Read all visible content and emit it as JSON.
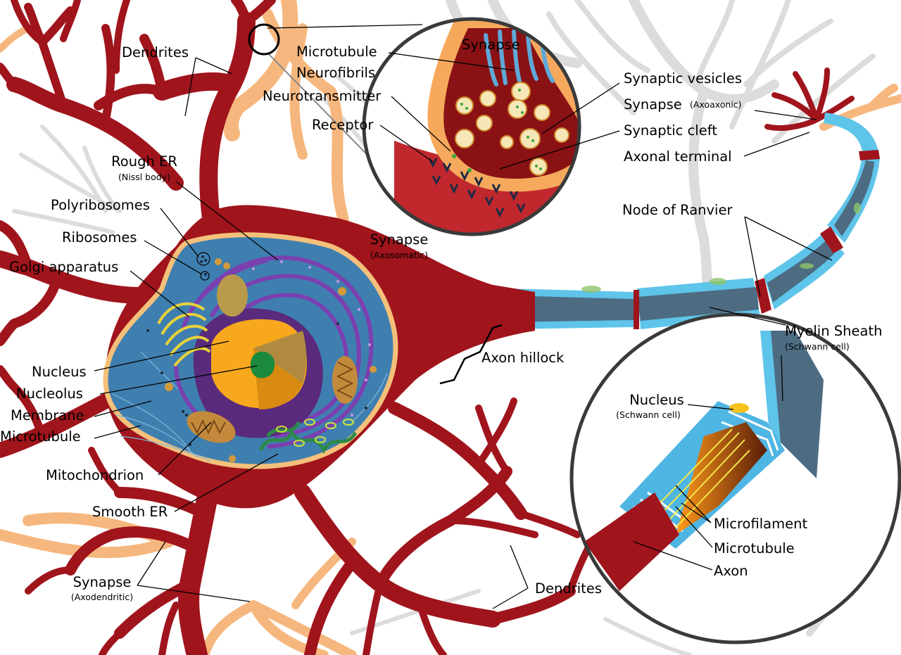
{
  "colors": {
    "cell_body": "#a0141c",
    "cytoplasm": "#3f7fb0",
    "membrane_rim": "#f4c07a",
    "nucleus": "#f7a81c",
    "nucleolus": "#1c8a3c",
    "rough_er": "#7a40b0",
    "myelin": "#5fc4ea",
    "axon_core": "#4d6c82",
    "synapse_fill": "#f6a95c",
    "ghost_neuron": "#dcdcdc"
  },
  "labels": {
    "dendrites_top": "Dendrites",
    "rough_er": "Rough ER",
    "rough_er_sub": "(Nissl body)",
    "polyribosomes": "Polyribosomes",
    "ribosomes": "Ribosomes",
    "golgi": "Golgi apparatus",
    "nucleus": "Nucleus",
    "nucleolus": "Nucleolus",
    "membrane": "Membrane",
    "microtubule_left": "Microtubule",
    "mitochondrion": "Mitochondrion",
    "smooth_er": "Smooth ER",
    "synapse_axodendritic": "Synapse",
    "synapse_axodendritic_sub": "(Axodendritic)",
    "microtubule_top": "Microtubule",
    "neurofibrils": "Neurofibrils",
    "neurotransmitter": "Neurotransmitter",
    "receptor": "Receptor",
    "synapse_inset": "Synapse",
    "synapse_axosomatic": "Synapse",
    "synapse_axosomatic_sub": "(Axosomatic)",
    "synaptic_vesicles": "Synaptic vesicles",
    "synapse_axoaxonic": "Synapse",
    "synapse_axoaxonic_sub": "(Axoaxonic)",
    "synaptic_cleft": "Synaptic cleft",
    "axonal_terminal": "Axonal terminal",
    "node_of_ranvier": "Node of Ranvier",
    "myelin_sheath": "Myelin Sheath",
    "myelin_sheath_sub": "(Schwann cell)",
    "axon_hillock": "Axon hillock",
    "nucleus_schwann": "Nucleus",
    "nucleus_schwann_sub": "(Schwann cell)",
    "microfilament": "Microfilament",
    "microtubule_inset": "Microtubule",
    "axon": "Axon",
    "dendrites_bottom": "Dendrites"
  }
}
